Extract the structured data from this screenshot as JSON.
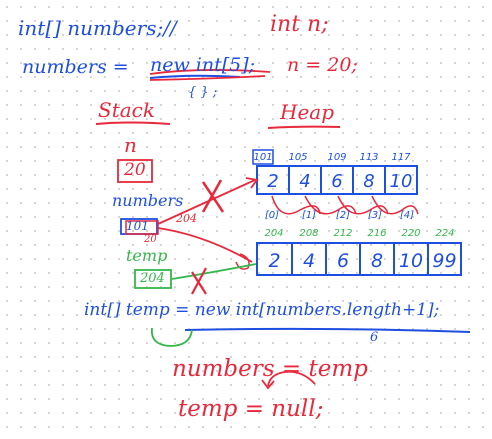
{
  "code": {
    "line1": "int[] numbers;//",
    "line2_left": "numbers =",
    "line2_new": "new int[5];",
    "line2_braces": "{ } ;",
    "line3": "int[] temp = new int[numbers.length+1];",
    "line3_note": "6"
  },
  "declarations": {
    "int_n": "int    n;",
    "n_eq": "n =  20;"
  },
  "sections": {
    "stack": "Stack",
    "heap": "Heap"
  },
  "stack": {
    "n_label": "n",
    "n_value": "20",
    "numbers_label": "numbers",
    "numbers_value": "101",
    "numbers_note": "204",
    "numbers_note2": "20",
    "temp_label": "temp",
    "temp_value": "204"
  },
  "heap": {
    "array1": {
      "addresses": [
        "101",
        "105",
        "109",
        "113",
        "117"
      ],
      "values": [
        "2",
        "4",
        "6",
        "8",
        "10"
      ],
      "indices": [
        "[0]",
        "[1]",
        "[2]",
        "[3]",
        "[4]"
      ]
    },
    "array2": {
      "addresses": [
        "204",
        "208",
        "212",
        "216",
        "220",
        "224"
      ],
      "values": [
        "2",
        "4",
        "6",
        "8",
        "10",
        "99"
      ]
    }
  },
  "assignments": {
    "line1": "numbers = temp",
    "line2": "temp = null;"
  },
  "colors": {
    "blue": "#1f4fe0",
    "red": "#e8293b",
    "green": "#34b84b"
  }
}
